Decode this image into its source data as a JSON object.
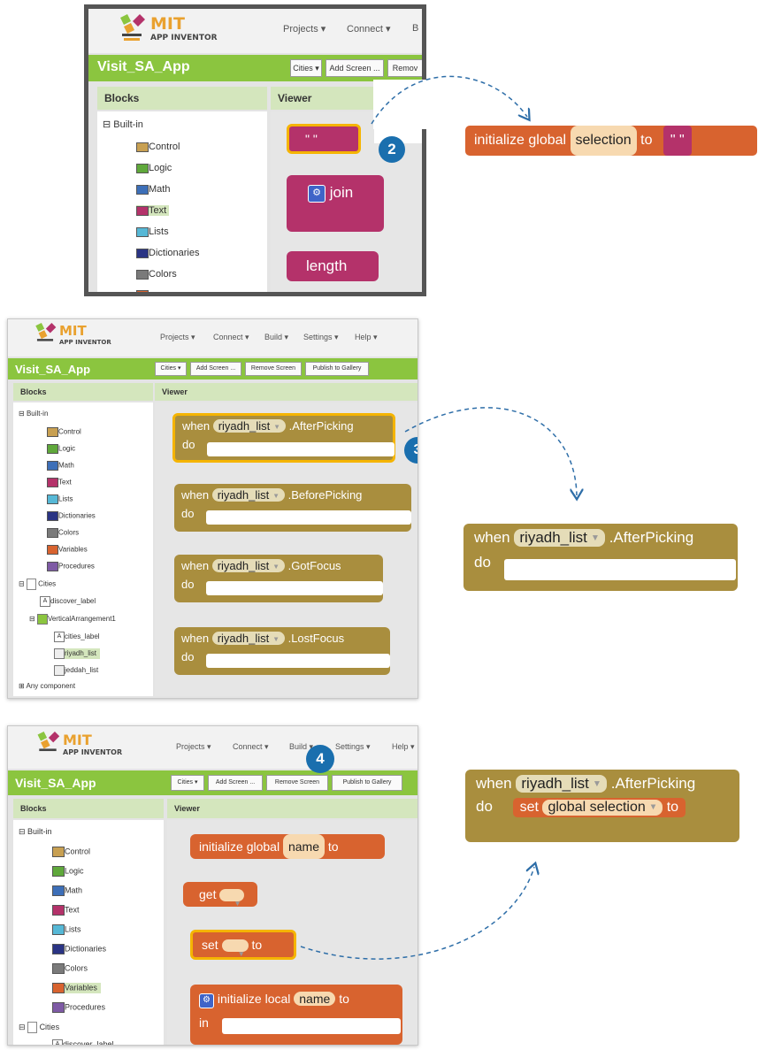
{
  "app": {
    "logo_mit": "MIT",
    "logo_sub": "APP INVENTOR",
    "project_name": "Visit_SA_App"
  },
  "shot1": {
    "menu": [
      "Projects ▾",
      "Connect ▾",
      "B"
    ],
    "toolbar": [
      "Cities ▾",
      "Add Screen ...",
      "Remov"
    ],
    "blocks_header": "Blocks",
    "viewer_header": "Viewer",
    "tree_root": "Built-in",
    "tree_items": [
      "Control",
      "Logic",
      "Math",
      "Text",
      "Lists",
      "Dictionaries",
      "Colors"
    ],
    "text_block": "\" \"",
    "join_label": "join",
    "length_label": "length",
    "badge": "2"
  },
  "callout1": {
    "prefix": "initialize global",
    "name": "selection",
    "to": "to",
    "text": "\" \""
  },
  "shot2": {
    "menu": [
      "Projects ▾",
      "Connect ▾",
      "Build ▾",
      "Settings ▾",
      "Help ▾"
    ],
    "toolbar": [
      "Cities ▾",
      "Add Screen ...",
      "Remove Screen",
      "Publish to Gallery"
    ],
    "blocks_header": "Blocks",
    "viewer_header": "Viewer",
    "tree_root": "Built-in",
    "tree_items": [
      "Control",
      "Logic",
      "Math",
      "Text",
      "Lists",
      "Dictionaries",
      "Colors",
      "Variables",
      "Procedures"
    ],
    "cities": "Cities",
    "discover": "discover_label",
    "vert": "VerticalArrangement1",
    "cities_label": "cities_label",
    "riyadh": "riyadh_list",
    "jeddah": "jeddah_list",
    "any": "Any component",
    "events": [
      {
        "when": "when",
        "comp": "riyadh_list",
        "event": ".AfterPicking",
        "do": "do"
      },
      {
        "when": "when",
        "comp": "riyadh_list",
        "event": ".BeforePicking",
        "do": "do"
      },
      {
        "when": "when",
        "comp": "riyadh_list",
        "event": ".GotFocus",
        "do": "do"
      },
      {
        "when": "when",
        "comp": "riyadh_list",
        "event": ".LostFocus",
        "do": "do"
      }
    ],
    "badge": "3"
  },
  "callout2": {
    "when": "when",
    "comp": "riyadh_list",
    "event": ".AfterPicking",
    "do": "do"
  },
  "shot3": {
    "menu": [
      "Projects ▾",
      "Connect ▾",
      "Build ▾",
      "Settings ▾",
      "Help ▾"
    ],
    "toolbar": [
      "Cities ▾",
      "Add Screen ...",
      "Remove Screen",
      "Publish to Gallery"
    ],
    "blocks_header": "Blocks",
    "viewer_header": "Viewer",
    "tree_root": "Built-in",
    "tree_items": [
      "Control",
      "Logic",
      "Math",
      "Text",
      "Lists",
      "Dictionaries",
      "Colors",
      "Variables",
      "Procedures"
    ],
    "cities": "Cities",
    "cut_item": "discover_label",
    "init_global": "initialize global",
    "init_name": "name",
    "init_to": "to",
    "get": "get",
    "set": "set",
    "set_to": "to",
    "init_local": "initialize local",
    "local_name": "name",
    "local_to": "to",
    "local_in": "in",
    "badge": "4"
  },
  "callout3": {
    "when": "when",
    "comp": "riyadh_list",
    "event": ".AfterPicking",
    "do": "do",
    "set": "set",
    "var": "global selection",
    "to": "to"
  },
  "colors": {
    "green_bar": "#8bc53f",
    "panel_header": "#d4e6bd",
    "variable_block": "#d8632f",
    "text_block": "#b4326a",
    "event_block": "#a98e3e",
    "highlight": "#f5b400",
    "badge": "#1a6fae",
    "arrow": "#2e6ea8"
  }
}
